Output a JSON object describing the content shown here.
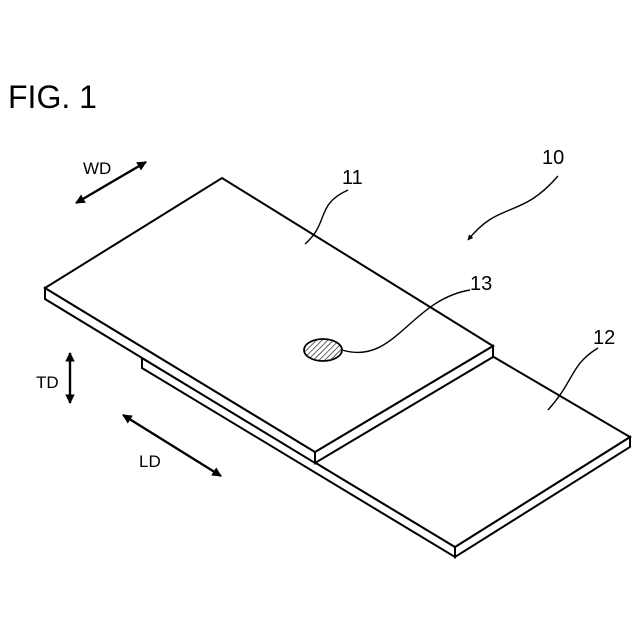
{
  "figure": {
    "title": "FIG. 1",
    "refs": {
      "assembly": "10",
      "first_plate": "11",
      "second_plate": "12",
      "joint": "13"
    },
    "directions": {
      "width": "WD",
      "thickness": "TD",
      "length": "LD"
    }
  }
}
